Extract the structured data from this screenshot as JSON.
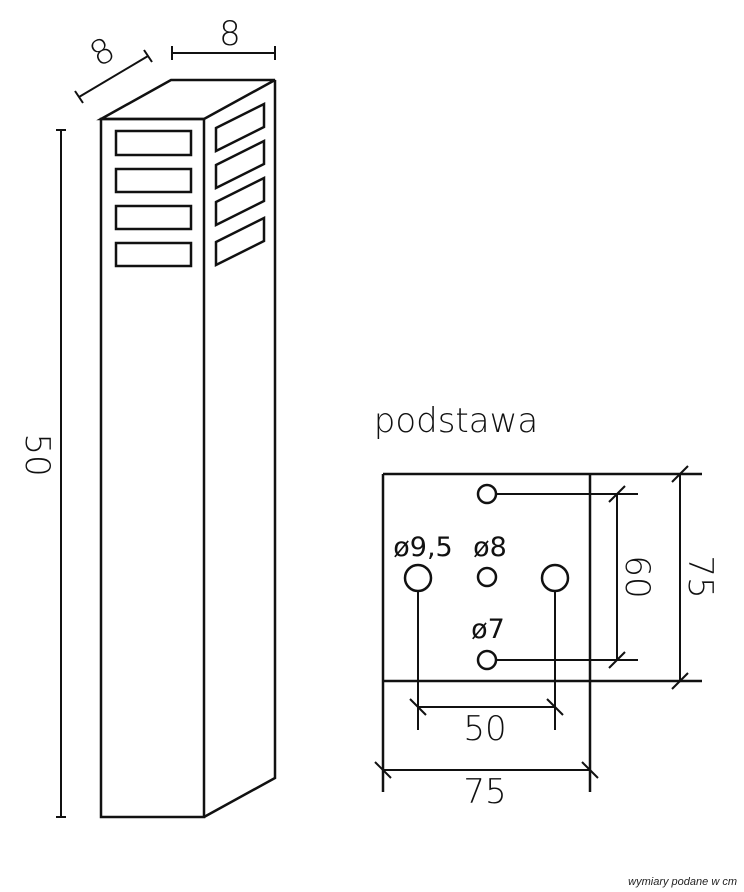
{
  "lamp": {
    "width_label": "8",
    "depth_label": "8",
    "height_label": "50"
  },
  "base": {
    "title": "podstawa",
    "hole_large_label": "ø9,5",
    "hole_center_label": "ø8",
    "hole_small_label": "ø7",
    "hole_spacing_vertical": "60",
    "hole_spacing_horizontal": "50",
    "side_vertical": "75",
    "side_horizontal": "75"
  },
  "footer": {
    "note": "wymiary podane w cm"
  },
  "colors": {
    "stroke": "#111111",
    "background": "#ffffff"
  }
}
